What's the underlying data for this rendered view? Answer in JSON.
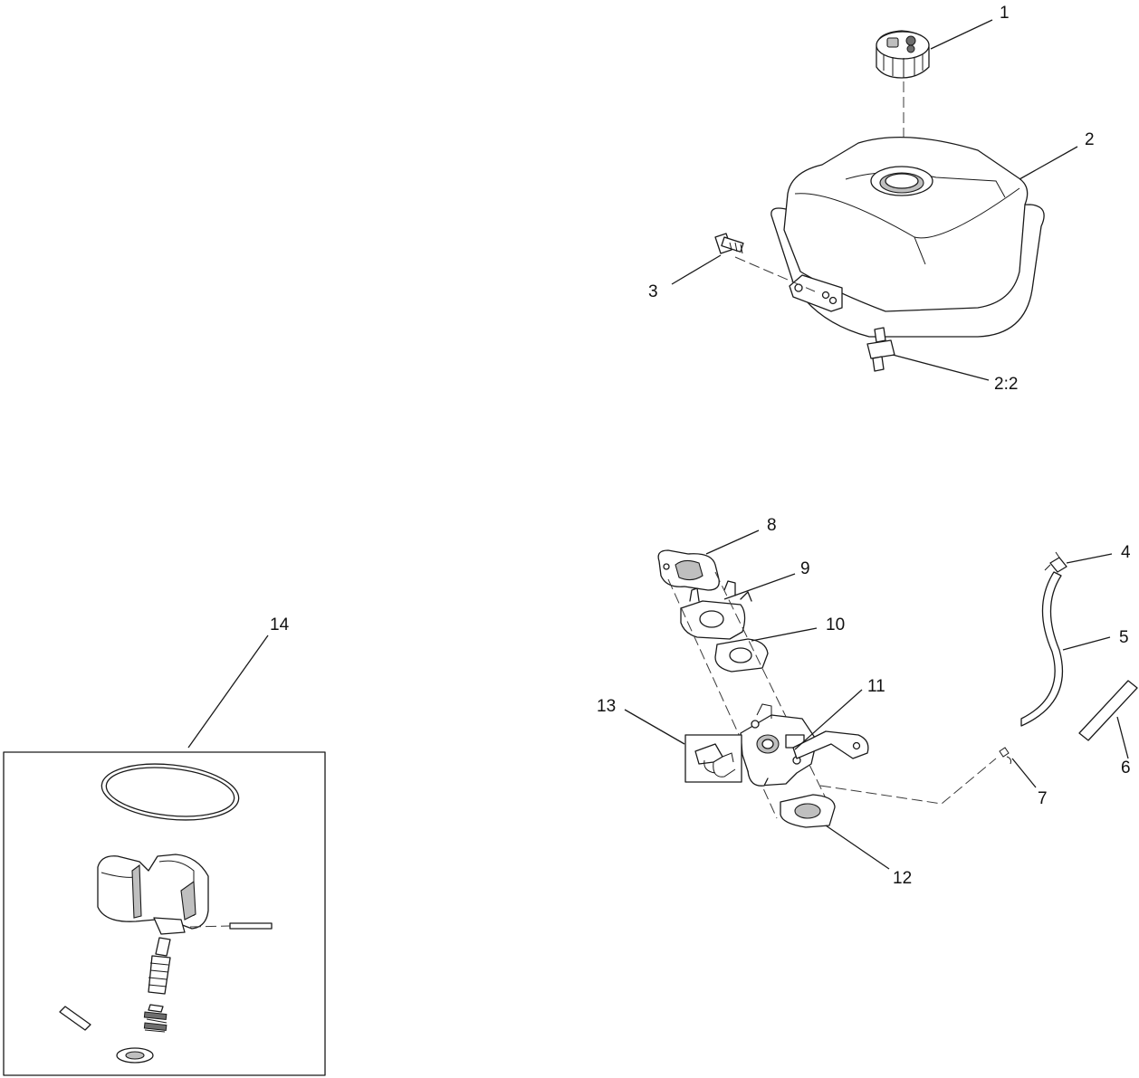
{
  "callouts": {
    "c1": "1",
    "c2": "2",
    "c3": "3",
    "c2_2": "2:2",
    "c4": "4",
    "c5": "5",
    "c6": "6",
    "c7": "7",
    "c8": "8",
    "c9": "9",
    "c10": "10",
    "c11": "11",
    "c12": "12",
    "c13": "13",
    "c14": "14"
  }
}
